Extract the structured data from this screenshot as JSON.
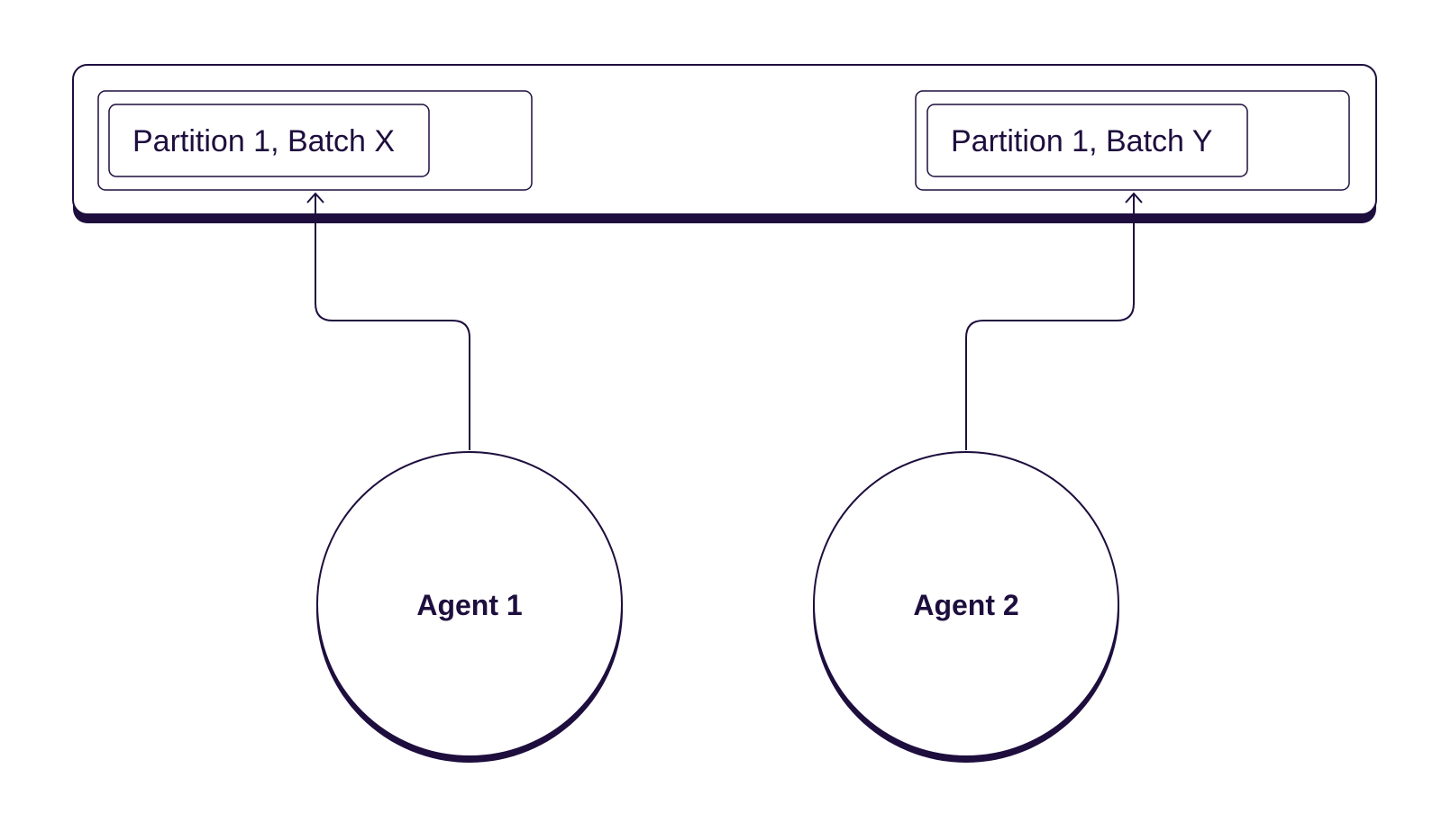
{
  "colors": {
    "ink": "#1e0e3e",
    "background": "#ffffff"
  },
  "queue": {
    "partitions": [
      {
        "label": "Partition 1, Batch X"
      },
      {
        "label": "Partition 1, Batch Y"
      }
    ]
  },
  "agents": [
    {
      "label": "Agent 1"
    },
    {
      "label": "Agent 2"
    }
  ]
}
